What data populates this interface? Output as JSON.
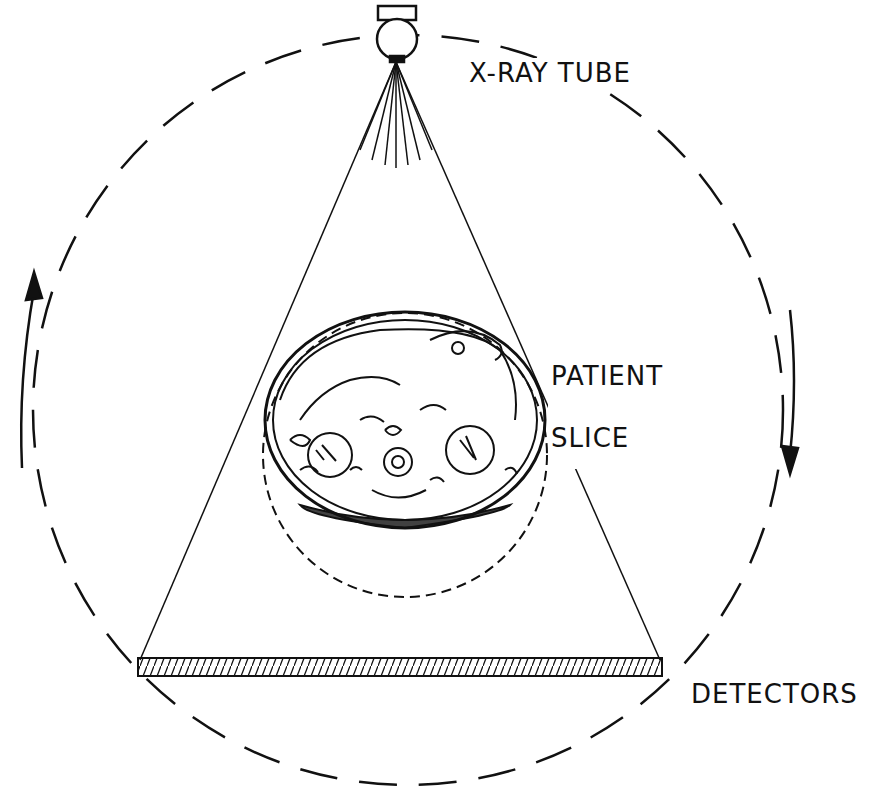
{
  "diagram": {
    "labels": [
      "X-RAY TUBE",
      "PATIENT SLICE",
      "DETECTORS"
    ]
  }
}
